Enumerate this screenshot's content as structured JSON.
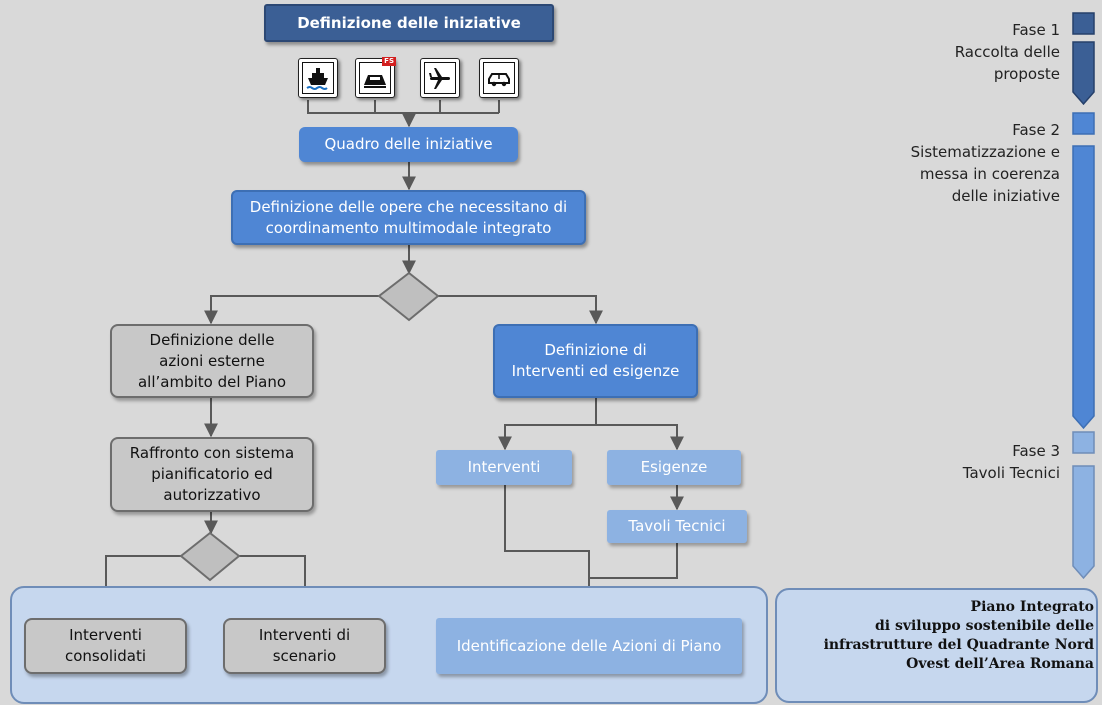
{
  "diagram": {
    "title": "Definizione delle iniziative",
    "transport_icons": [
      {
        "icon": "ship-icon"
      },
      {
        "icon": "train-fs-icon",
        "badge": "FS"
      },
      {
        "icon": "airplane-icon"
      },
      {
        "icon": "car-icon"
      }
    ],
    "quadro": "Quadro delle iniziative",
    "definizione_opere": {
      "line1": "Definizione delle opere che necessitano di",
      "line2": "coordinamento multimodale integrato"
    },
    "azioni_esterne": {
      "line1": "Definizione delle",
      "line2": "azioni esterne",
      "line3": "all’ambito del Piano"
    },
    "raffronto": {
      "line1": "Raffronto con sistema",
      "line2": "pianificatorio ed",
      "line3": "autorizzativo"
    },
    "definizione_interventi": {
      "line1": "Definizione di",
      "line2": "Interventi ed esigenze"
    },
    "interventi": "Interventi",
    "esigenze": "Esigenze",
    "tavoli_tecnici": "Tavoli Tecnici",
    "interventi_consolidati": {
      "line1": "Interventi",
      "line2": "consolidati"
    },
    "interventi_scenario": {
      "line1": "Interventi di",
      "line2": "scenario"
    },
    "identificazione": "Identificazione delle Azioni di Piano"
  },
  "phases": [
    {
      "label": "Fase 1",
      "desc": [
        "Raccolta delle",
        "proposte"
      ],
      "color": "#3b5f95"
    },
    {
      "label": "Fase 2",
      "desc": [
        "Sistematizzazione e",
        "messa in coerenza",
        "delle iniziative"
      ],
      "color": "#4f86d4"
    },
    {
      "label": "Fase 3",
      "desc": [
        "Tavoli Tecnici"
      ],
      "color": "#8db2e2"
    }
  ],
  "final": {
    "line1": "Piano Integrato",
    "line2": "di sviluppo sostenibile delle",
    "line3": "infrastrutture del Quadrante Nord",
    "line4": "Ovest dell’Area Romana"
  },
  "colors": {
    "background": "#d9d9d9",
    "dark_blue": "#3b5f95",
    "mid_blue": "#4f86d4",
    "light_blue": "#8db2e2",
    "panel": "#c6d7ee",
    "gray_box": "#c8c8c8",
    "connector": "#595959"
  }
}
